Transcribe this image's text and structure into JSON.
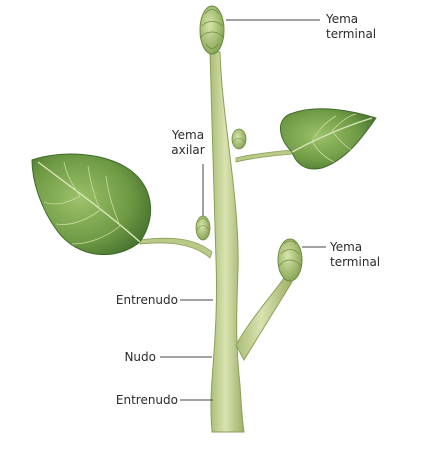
{
  "diagram": {
    "labels": {
      "terminal_bud_top": [
        "Yema",
        "terminal"
      ],
      "axillary_bud": [
        "Yema",
        "axilar"
      ],
      "terminal_bud_branch": [
        "Yema",
        "terminal"
      ],
      "internode_upper": "Entrenudo",
      "node": "Nudo",
      "internode_lower": "Entrenudo"
    },
    "colors": {
      "stem": "#c8d69b",
      "stem_shade": "#9fb56a",
      "leaf": "#6f9a45",
      "leaf_dark": "#3f6b2a",
      "bud": "#a8c47a",
      "leader_line": "#444444"
    }
  }
}
